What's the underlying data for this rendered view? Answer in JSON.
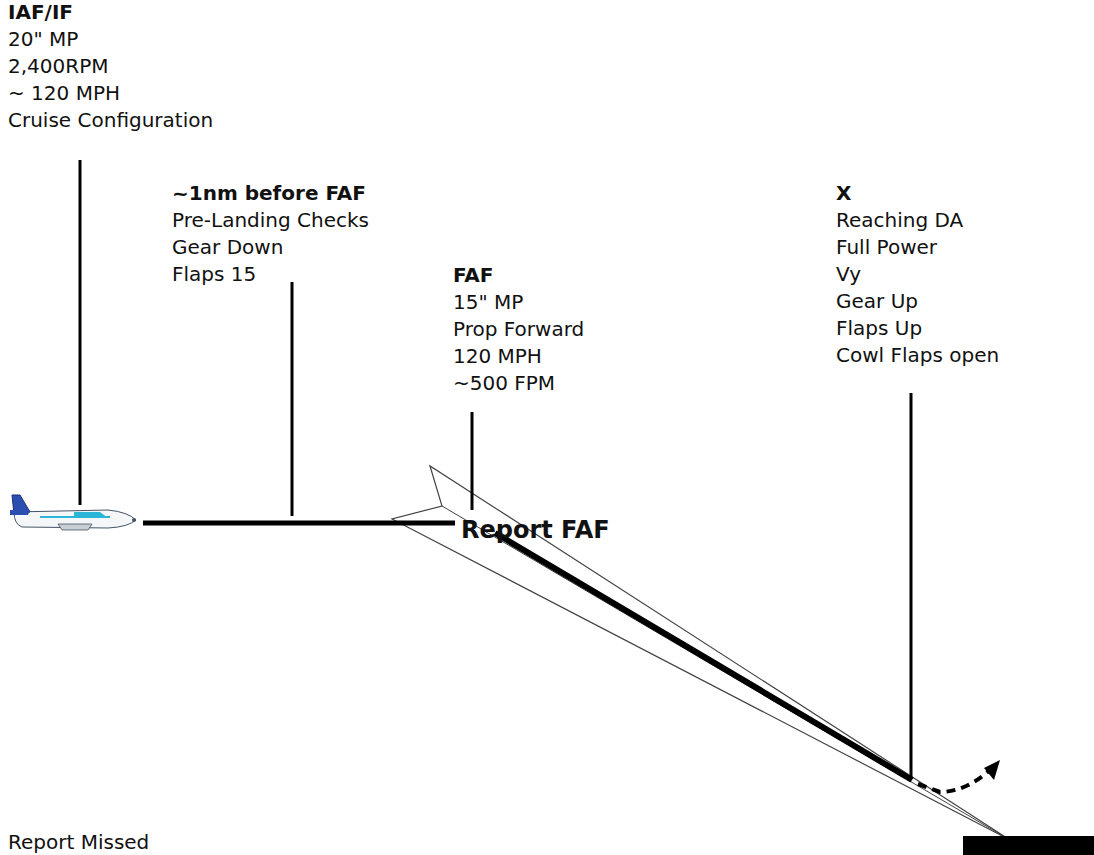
{
  "diagram": {
    "labels": [
      "IAF/IF",
      "20\" MP",
      "2,400RPM",
      "~ 120 MPH",
      "Cruise Configuration",
      "~1nm before FAF",
      "Pre-Landing Checks",
      "Gear Down",
      "Flaps 15",
      "FAF",
      "15\" MP",
      "Prop Forward",
      "120 MPH",
      "~500 FPM",
      "Report FAF",
      "X",
      "Reaching DA",
      "Full Power",
      "Vy",
      "Gear Up",
      "Flaps Up",
      "Cowl Flaps open",
      "Report Missed"
    ]
  }
}
